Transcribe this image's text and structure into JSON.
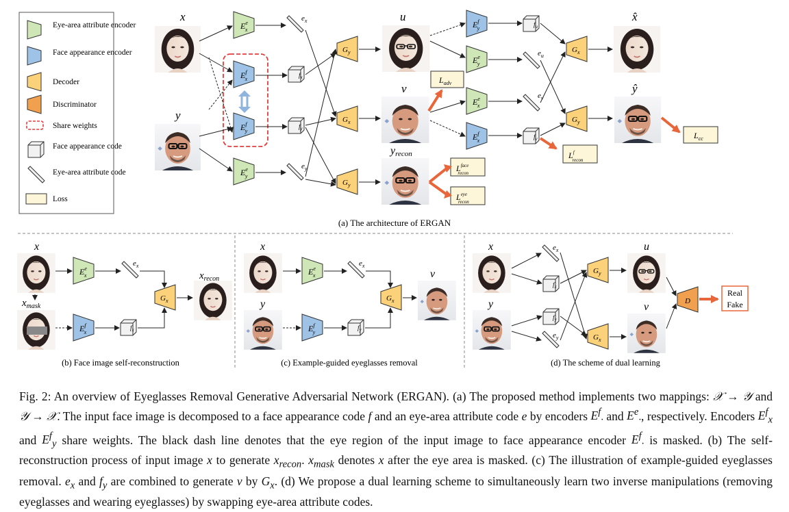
{
  "legend": [
    {
      "label": "Eye-area attribute encoder",
      "swatch": "green-encoder"
    },
    {
      "label": "Face appearance encoder",
      "swatch": "blue-encoder"
    },
    {
      "label": "Decoder",
      "swatch": "yellow-decoder"
    },
    {
      "label": "Discriminator",
      "swatch": "orange-discriminator"
    },
    {
      "label": "Share weights",
      "swatch": "red-dashed-box"
    },
    {
      "label": "Face appearance code",
      "swatch": "cube-icon"
    },
    {
      "label": "Eye-area attribute code",
      "swatch": "bar-icon"
    },
    {
      "label": "Loss",
      "swatch": "loss-box"
    }
  ],
  "colors": {
    "green": "#cfe6b6",
    "blue": "#9ec3e6",
    "yellow": "#fbd27a",
    "orange": "#f0a04e",
    "red": "#e23c3c",
    "loss_fill": "#fdf6d8",
    "arrow_orange": "#e8663a",
    "share": "#8fb4de"
  },
  "panel_a": {
    "caption": "(a) The architecture of ERGAN",
    "images": {
      "x": "x",
      "y": "y",
      "u": "u",
      "v": "v",
      "y_recon": "y",
      "y_recon_sub": "recon",
      "x_hat": "x̂",
      "y_hat": "ŷ"
    },
    "losses": {
      "adv": "L",
      "adv_sub": "adv",
      "cc": "L",
      "cc_sub": "cc",
      "recon_f": "L",
      "recon_f_sup": "f",
      "recon_sub": "recon",
      "face_sup": "face",
      "eye_sup": "eye"
    }
  },
  "panel_b": {
    "caption": "(b) Face image self-reconstruction"
  },
  "panel_c": {
    "caption": "(c) Example-guided eyeglasses removal"
  },
  "panel_d": {
    "caption": "(d) The scheme of dual learning",
    "real": "Real",
    "fake": "Fake",
    "disc": "D"
  },
  "caption": {
    "label": "Fig. 2:",
    "s1": " An overview of Eyeglasses Removal Generative Adversarial Network (ERGAN). (a) The proposed method implements two mappings: ",
    "map1": "𝒳 → 𝒴",
    "and": " and ",
    "map2": "𝒴 → 𝒳",
    "s2": ". The input face image is decomposed to a face appearance code ",
    "f": "f",
    "s3": " and an eye-area attribute code ",
    "e": "e",
    "s4": " by encoders ",
    "Ef": "E",
    "Ef_sup": "f",
    "Ef_sub": "·",
    "s5": " and ",
    "Ee": "E",
    "Ee_sup": "e",
    "Ee_sub": "·",
    "s6": ", respectively. Encoders ",
    "Efx": "E",
    "Efx_sup": "f",
    "Efx_sub": "x",
    "s7": " and ",
    "Efy": "E",
    "Efy_sup": "f",
    "Efy_sub": "y",
    "s8": " share weights. The black dash line denotes that the eye region of the input image to face appearance encoder ",
    "Ef2": "E",
    "Ef2_sup": "f",
    "Ef2_sub": "·",
    "s9": " is masked. (b) The self-reconstruction process of input image ",
    "x1": "x",
    "s10": " to generate ",
    "xrecon": "x",
    "xrecon_sub": "recon",
    "s11": ". ",
    "xmask": "x",
    "xmask_sub": "mask",
    "s12": " denotes ",
    "x2": "x",
    "s13": " after the eye area is masked. (c) The illustration of example-guided eyeglasses removal. ",
    "ex": "e",
    "ex_sub": "x",
    "s14": " and ",
    "fy": "f",
    "fy_sub": "y",
    "s15": " are combined to generate ",
    "v": "v",
    "s16": " by ",
    "Gx": "G",
    "Gx_sub": "x",
    "s17": ". (d) We propose a dual learning scheme to simultaneously learn two inverse manipulations (removing eyeglasses and wearing eyeglasses) by swapping eye-area attribute codes."
  }
}
